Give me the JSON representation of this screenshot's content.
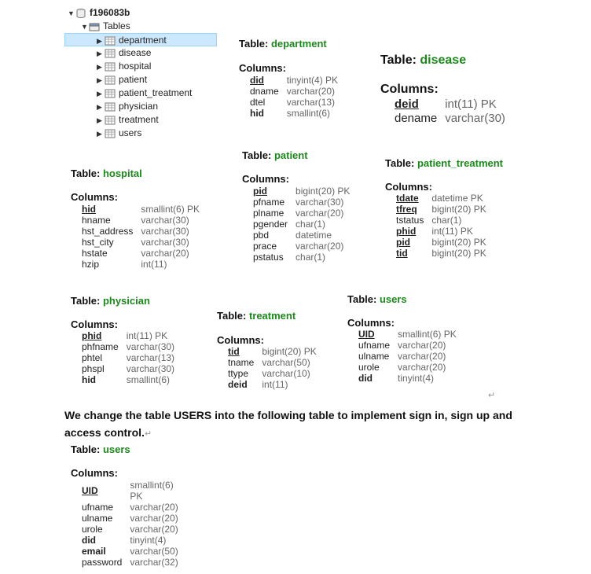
{
  "tree": {
    "db_name": "f196083b",
    "tables_label": "Tables",
    "items": [
      "department",
      "disease",
      "hospital",
      "patient",
      "patient_treatment",
      "physician",
      "treatment",
      "users"
    ],
    "selected": "department"
  },
  "labels": {
    "table_prefix": "Table: ",
    "columns": "Columns:"
  },
  "tables": {
    "department": {
      "name": "department",
      "columns": [
        {
          "name": "did",
          "type": "tinyint(4) PK"
        },
        {
          "name": "dname",
          "type": "varchar(20)"
        },
        {
          "name": "dtel",
          "type": "varchar(13)"
        },
        {
          "name": "hid",
          "type": "smallint(6)"
        }
      ]
    },
    "disease": {
      "name": "disease",
      "columns": [
        {
          "name": "deid",
          "type": "int(11) PK"
        },
        {
          "name": "dename",
          "type": "varchar(30)"
        }
      ]
    },
    "hospital": {
      "name": "hospital",
      "columns": [
        {
          "name": "hid",
          "type": "smallint(6) PK"
        },
        {
          "name": "hname",
          "type": "varchar(30)"
        },
        {
          "name": "hst_address",
          "type": "varchar(30)"
        },
        {
          "name": "hst_city",
          "type": "varchar(30)"
        },
        {
          "name": "hstate",
          "type": "varchar(20)"
        },
        {
          "name": "hzip",
          "type": "int(11)"
        }
      ]
    },
    "patient": {
      "name": "patient",
      "columns": [
        {
          "name": "pid",
          "type": "bigint(20) PK"
        },
        {
          "name": "pfname",
          "type": "varchar(30)"
        },
        {
          "name": "plname",
          "type": "varchar(20)"
        },
        {
          "name": "pgender",
          "type": "char(1)"
        },
        {
          "name": "pbd",
          "type": "datetime"
        },
        {
          "name": "prace",
          "type": "varchar(20)"
        },
        {
          "name": "pstatus",
          "type": "char(1)"
        }
      ]
    },
    "patient_treatment": {
      "name": "patient_treatment",
      "columns": [
        {
          "name": "tdate",
          "type": "datetime PK"
        },
        {
          "name": "tfreq",
          "type": "bigint(20) PK"
        },
        {
          "name": "tstatus",
          "type": "char(1)"
        },
        {
          "name": "phid",
          "type": "int(11) PK"
        },
        {
          "name": "pid",
          "type": "bigint(20) PK"
        },
        {
          "name": "tid",
          "type": "bigint(20) PK"
        }
      ]
    },
    "physician": {
      "name": "physician",
      "columns": [
        {
          "name": "phid",
          "type": "int(11) PK"
        },
        {
          "name": "phfname",
          "type": "varchar(30)"
        },
        {
          "name": "phtel",
          "type": "varchar(13)"
        },
        {
          "name": "phspl",
          "type": "varchar(30)"
        },
        {
          "name": "hid",
          "type": "smallint(6)"
        }
      ]
    },
    "treatment": {
      "name": "treatment",
      "columns": [
        {
          "name": "tid",
          "type": "bigint(20) PK"
        },
        {
          "name": "tname",
          "type": "varchar(50)"
        },
        {
          "name": "ttype",
          "type": "varchar(10)"
        },
        {
          "name": "deid",
          "type": "int(11)"
        }
      ]
    },
    "users": {
      "name": "users",
      "columns": [
        {
          "name": "UID",
          "type": "smallint(6) PK"
        },
        {
          "name": "ufname",
          "type": "varchar(20)"
        },
        {
          "name": "ulname",
          "type": "varchar(20)"
        },
        {
          "name": "urole",
          "type": "varchar(20)"
        },
        {
          "name": "did",
          "type": "tinyint(4)"
        }
      ]
    },
    "users_new": {
      "name": "users",
      "columns": [
        {
          "name": "UID",
          "type": "smallint(6) PK"
        },
        {
          "name": "ufname",
          "type": "varchar(20)"
        },
        {
          "name": "ulname",
          "type": "varchar(20)"
        },
        {
          "name": "urole",
          "type": "varchar(20)"
        },
        {
          "name": "did",
          "type": "tinyint(4)"
        },
        {
          "name": "email",
          "type": "varchar(50)"
        },
        {
          "name": "password",
          "type": "varchar(32)"
        }
      ]
    }
  },
  "note": {
    "line1": "We change the table USERS into the following table to implement sign in, sign up and",
    "line2": "access control."
  }
}
